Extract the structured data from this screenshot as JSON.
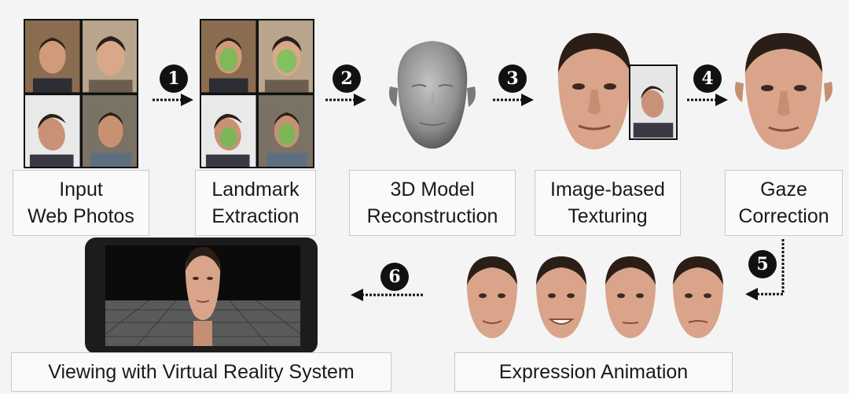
{
  "steps": [
    {
      "number": "1",
      "label_lines": [
        "Input",
        "Web Photos"
      ]
    },
    {
      "number": "",
      "label_lines": [
        "Landmark",
        "Extraction"
      ]
    },
    {
      "number": "2",
      "label_lines": [
        "3D Model",
        "Reconstruction"
      ]
    },
    {
      "number": "3",
      "label_lines": [
        "Image-based",
        "Texturing"
      ]
    },
    {
      "number": "4",
      "label_lines": [
        "Gaze",
        "Correction"
      ]
    }
  ],
  "bottom": {
    "step5": "5",
    "step6": "6",
    "expression_label": "Expression Animation",
    "vr_label": "Viewing with Virtual Reality System"
  },
  "colors": {
    "badge": "#111111",
    "skin": "#d9a489",
    "hair": "#2a1e17",
    "landmark": "#3fd23f",
    "mesh": "#8e8e8e"
  }
}
